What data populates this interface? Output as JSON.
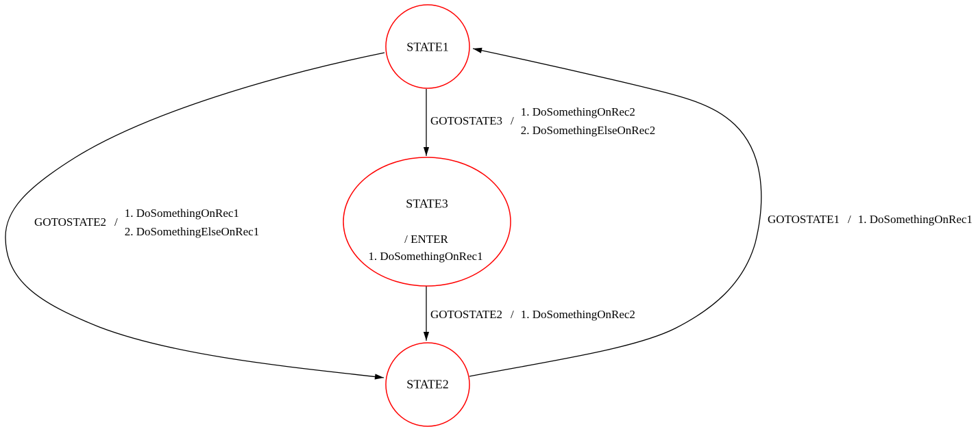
{
  "diagram": {
    "kind": "state-machine",
    "background_color": "#ffffff",
    "node_stroke_color": "#ff0000",
    "node_fill_color": "#ffffff",
    "edge_color": "#000000",
    "text_color": "#000000"
  },
  "nodes": [
    {
      "id": "STATE1",
      "label": "STATE1"
    },
    {
      "id": "STATE3",
      "label": "STATE3",
      "entry_header": "/ ENTER",
      "entry_actions": [
        "1. DoSomethingOnRec1"
      ]
    },
    {
      "id": "STATE2",
      "label": "STATE2"
    }
  ],
  "edges": [
    {
      "from": "STATE1",
      "to": "STATE3",
      "trigger": "GOTOSTATE3",
      "separator": "/",
      "actions": [
        "1. DoSomethingOnRec2",
        "2. DoSomethingElseOnRec2"
      ]
    },
    {
      "from": "STATE3",
      "to": "STATE2",
      "trigger": "GOTOSTATE2",
      "separator": "/",
      "actions": [
        "1. DoSomethingOnRec2"
      ]
    },
    {
      "from": "STATE1",
      "to": "STATE2",
      "trigger": "GOTOSTATE2",
      "separator": "/",
      "actions": [
        "1. DoSomethingOnRec1",
        "2. DoSomethingElseOnRec1"
      ]
    },
    {
      "from": "STATE2",
      "to": "STATE1",
      "trigger": "GOTOSTATE1",
      "separator": "/",
      "actions": [
        "1. DoSomethingOnRec1"
      ]
    }
  ]
}
